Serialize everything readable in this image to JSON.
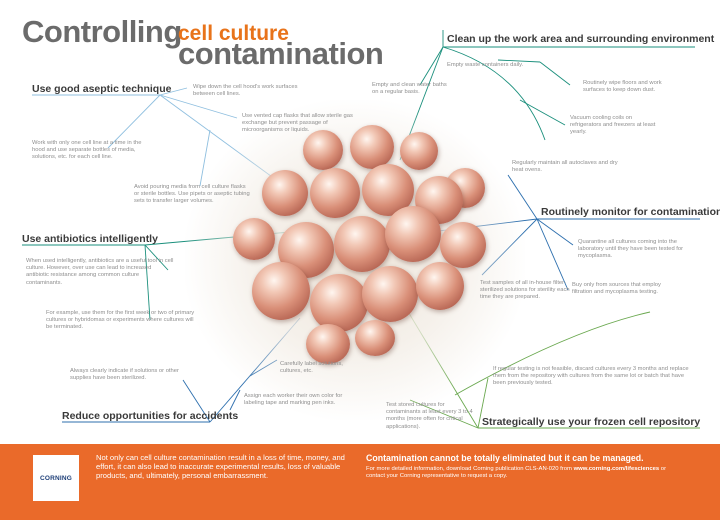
{
  "title": {
    "part1": "Controlling",
    "part2": "cell culture",
    "part3": "contamination"
  },
  "colors": {
    "accent_orange": "#e8731a",
    "footer_orange": "#ea6a2a",
    "title_gray": "#6b6b6b",
    "line_teal": "#1a8f7c",
    "line_blue": "#2d6fae",
    "line_lightblue": "#8fbfdf",
    "line_green": "#6aa84f"
  },
  "sections": {
    "aseptic": {
      "heading": "Use good aseptic technique",
      "notes": [
        "Wipe down the cell hood's work surfaces between cell lines.",
        "Use vented cap flasks that allow sterile gas exchange but prevent passage of microorganisms or liquids.",
        "Work with only one cell line at a time in the hood and use separate bottles of media, solutions, etc. for each cell line.",
        "Avoid pouring media from cell culture flasks or sterile bottles. Use pipets or aseptic tubing sets to transfer larger volumes."
      ]
    },
    "antibiotics": {
      "heading": "Use antibiotics intelligently",
      "notes": [
        "When used intelligently, antibiotics are a useful tool in cell culture. However, over use can lead to increased antibiotic resistance among common culture contaminants.",
        "For example, use them for the first week or two of primary cultures or hybridomas or experiments where cultures will be terminated."
      ]
    },
    "accidents": {
      "heading": "Reduce opportunities for accidents",
      "notes": [
        "Always clearly indicate if solutions or other supplies have been sterilized.",
        "Carefully label solutions, cultures, etc.",
        "Assign each worker their own color for labeling tape and marking pen inks."
      ]
    },
    "clean": {
      "heading": "Clean up the work area and surrounding environment",
      "notes": [
        "Empty waste containers daily.",
        "Empty and clean water baths on a regular basis.",
        "Routinely wipe floors and work surfaces to keep down dust.",
        "Vacuum cooling coils on refrigerators and freezers at least yearly."
      ]
    },
    "monitor": {
      "heading": "Routinely monitor for contamination",
      "notes": [
        "Regularly maintain all autoclaves and dry heat ovens.",
        "Quarantine all cultures coming into the laboratory until they have been tested for mycoplasma.",
        "Buy only from sources that employ filtration and mycoplasma testing.",
        "Test samples of all in-house filter-sterilized solutions for sterility each time they are prepared."
      ]
    },
    "frozen": {
      "heading": "Strategically use your frozen cell repository",
      "notes": [
        "If regular testing is not feasible, discard cultures every 3 months and replace them from the repository with cultures from the same lot or batch that have been previously tested.",
        "Test stored cultures for contaminants at least every 3 to 4 months (more often for critical applications)."
      ]
    }
  },
  "footer": {
    "logo": "CORNING",
    "left_text": "Not only can cell culture contamination result in a loss of time, money, and effort, it can also lead to inaccurate experimental results, loss of valuable products, and, ultimately, personal embarrassment.",
    "right_heading": "Contamination cannot be totally eliminated but it can be managed.",
    "right_line1": "For more detailed information, download Corning publication CLS-AN-020 from",
    "right_url": "www.corning.com/lifesciences",
    "right_line2": " or contact your Corning representative to request a copy."
  }
}
